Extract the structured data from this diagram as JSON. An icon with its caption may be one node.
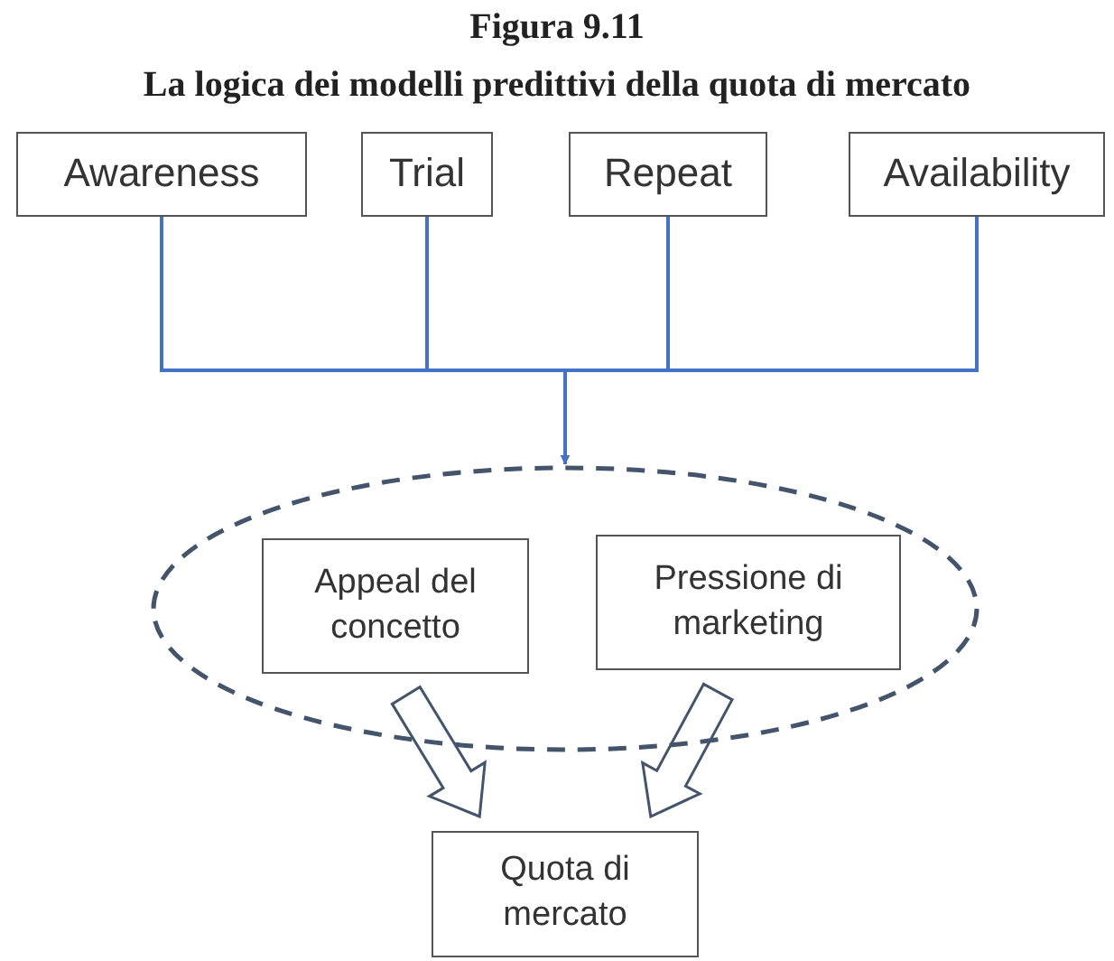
{
  "diagram": {
    "title": "Figura 9.11",
    "nodes": [
      {
        "text": [
          "Awareness"
        ]
      },
      {
        "text": [
          "Trial"
        ]
      },
      {
        "text": [
          "Repeat"
        ]
      },
      {
        "text": [
          "Availability"
        ]
      },
      {
        "text": [],
        "shape": "ellipse"
      },
      {
        "text": [
          "Appeal del concetto"
        ],
        "in": 4
      },
      {
        "text": [
          "Pressione di marketing"
        ],
        "in": 4
      },
      {
        "text": [
          "Quota di mercato"
        ]
      }
    ],
    "edges": [
      {
        "from": 0,
        "to": 4,
        "arrow": "to",
        "color": "#4472c4"
      },
      {
        "from": 1,
        "to": 4,
        "arrow": "to",
        "color": "#4472c4"
      },
      {
        "from": 2,
        "to": 4,
        "arrow": "to",
        "color": "#4472c4"
      },
      {
        "from": 3,
        "to": 4,
        "arrow": "to",
        "color": "#4472c4"
      },
      {
        "from": 5,
        "to": 7,
        "arrow": "to",
        "style": "thick",
        "color": "#44546a"
      },
      {
        "from": 6,
        "to": 7,
        "arrow": "to",
        "style": "thick",
        "color": "#44546a"
      }
    ],
    "labels": [
      "La logica dei modelli predittivi della quota di mercato"
    ]
  }
}
